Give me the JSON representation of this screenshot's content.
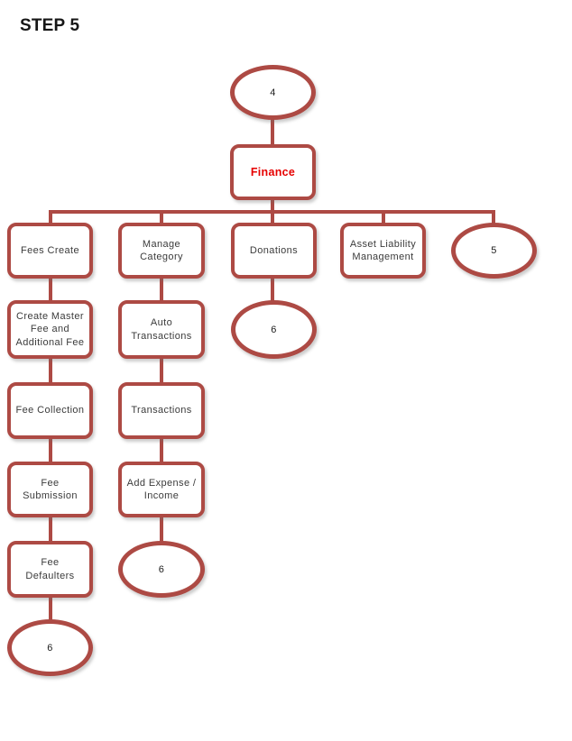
{
  "title": "STEP 5",
  "colors": {
    "connector": "#AD4A44",
    "node_border": "#AD4A44",
    "node_fill": "#FFFFFF",
    "node_text": "#3B3B3B",
    "finance_text": "#E60000"
  },
  "nodes": {
    "root": {
      "label": "4"
    },
    "finance": {
      "label": "Finance"
    },
    "fees_create": {
      "label": "Fees Create"
    },
    "manage_category": {
      "label": "Manage\nCategory"
    },
    "donations": {
      "label": "Donations"
    },
    "asset_liability": {
      "label": "Asset Liability\nManagement"
    },
    "next_step": {
      "label": "5"
    },
    "create_master_fee": {
      "label": "Create Master\nFee and\nAdditional Fee"
    },
    "auto_transactions": {
      "label": "Auto\nTransactions"
    },
    "donations_end": {
      "label": "6"
    },
    "fee_collection": {
      "label": "Fee Collection"
    },
    "transactions": {
      "label": "Transactions"
    },
    "fee_submission": {
      "label": "Fee\nSubmission"
    },
    "add_expense_income": {
      "label": "Add Expense /\nIncome"
    },
    "fee_defaulters": {
      "label": "Fee Defaulters"
    },
    "manage_end": {
      "label": "6"
    },
    "fees_end": {
      "label": "6"
    }
  }
}
